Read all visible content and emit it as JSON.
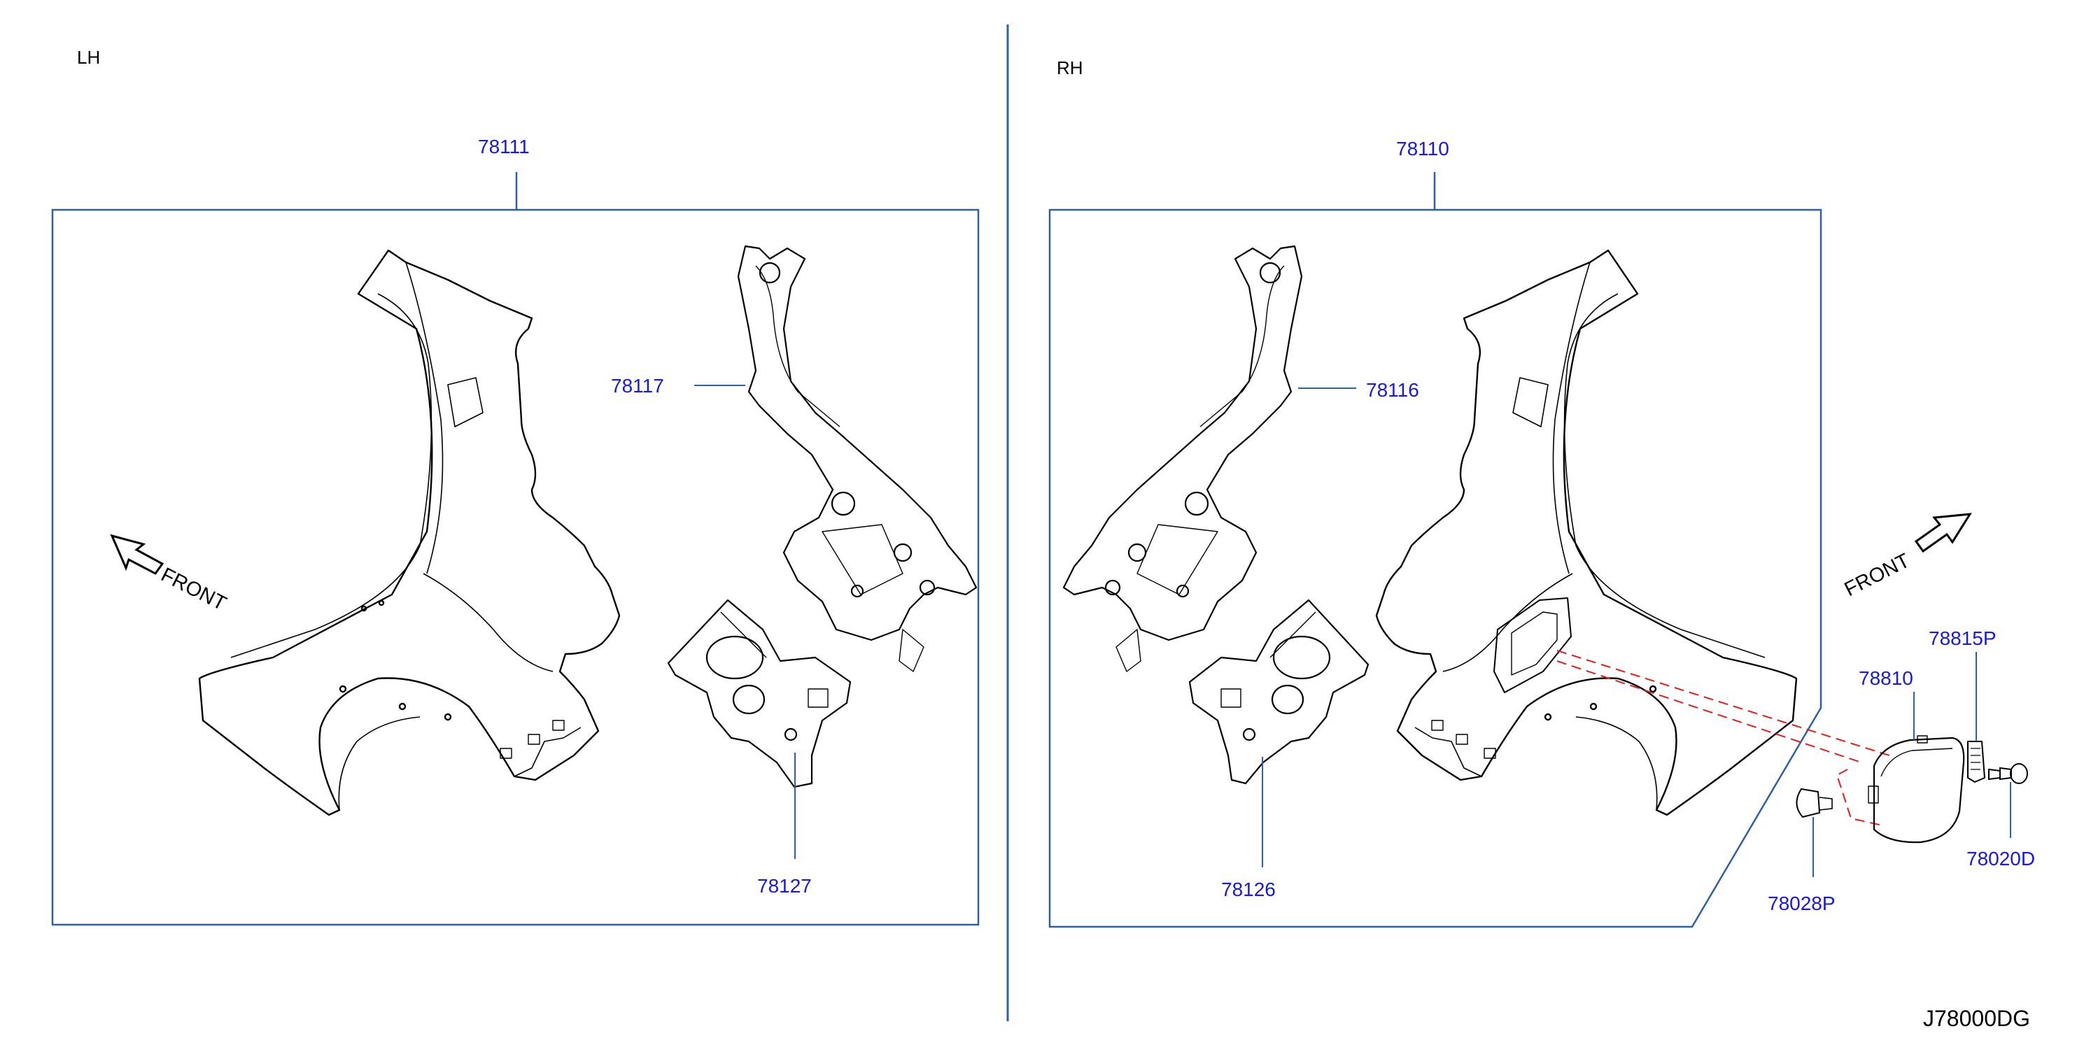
{
  "colors": {
    "callout_text": "#1a1ad6",
    "callout_line": "#2f5fa8",
    "frame": "#2f5fa8",
    "part_outline": "#000000",
    "leader_dash": "#e02020"
  },
  "sides": {
    "left": {
      "label": "LH",
      "front_label": "FRONT"
    },
    "right": {
      "label": "RH",
      "front_label": "FRONT"
    }
  },
  "callouts": {
    "lh_assembly": "78111",
    "lh_inner_upper": "78117",
    "lh_inner_lower": "78127",
    "rh_assembly": "78110",
    "rh_inner_upper": "78116",
    "rh_inner_lower": "78126",
    "filler_lid": "78810",
    "lid_spring": "78815P",
    "screw": "78020D",
    "bumper_stop": "78028P"
  },
  "diagram_code": "J78000DG"
}
